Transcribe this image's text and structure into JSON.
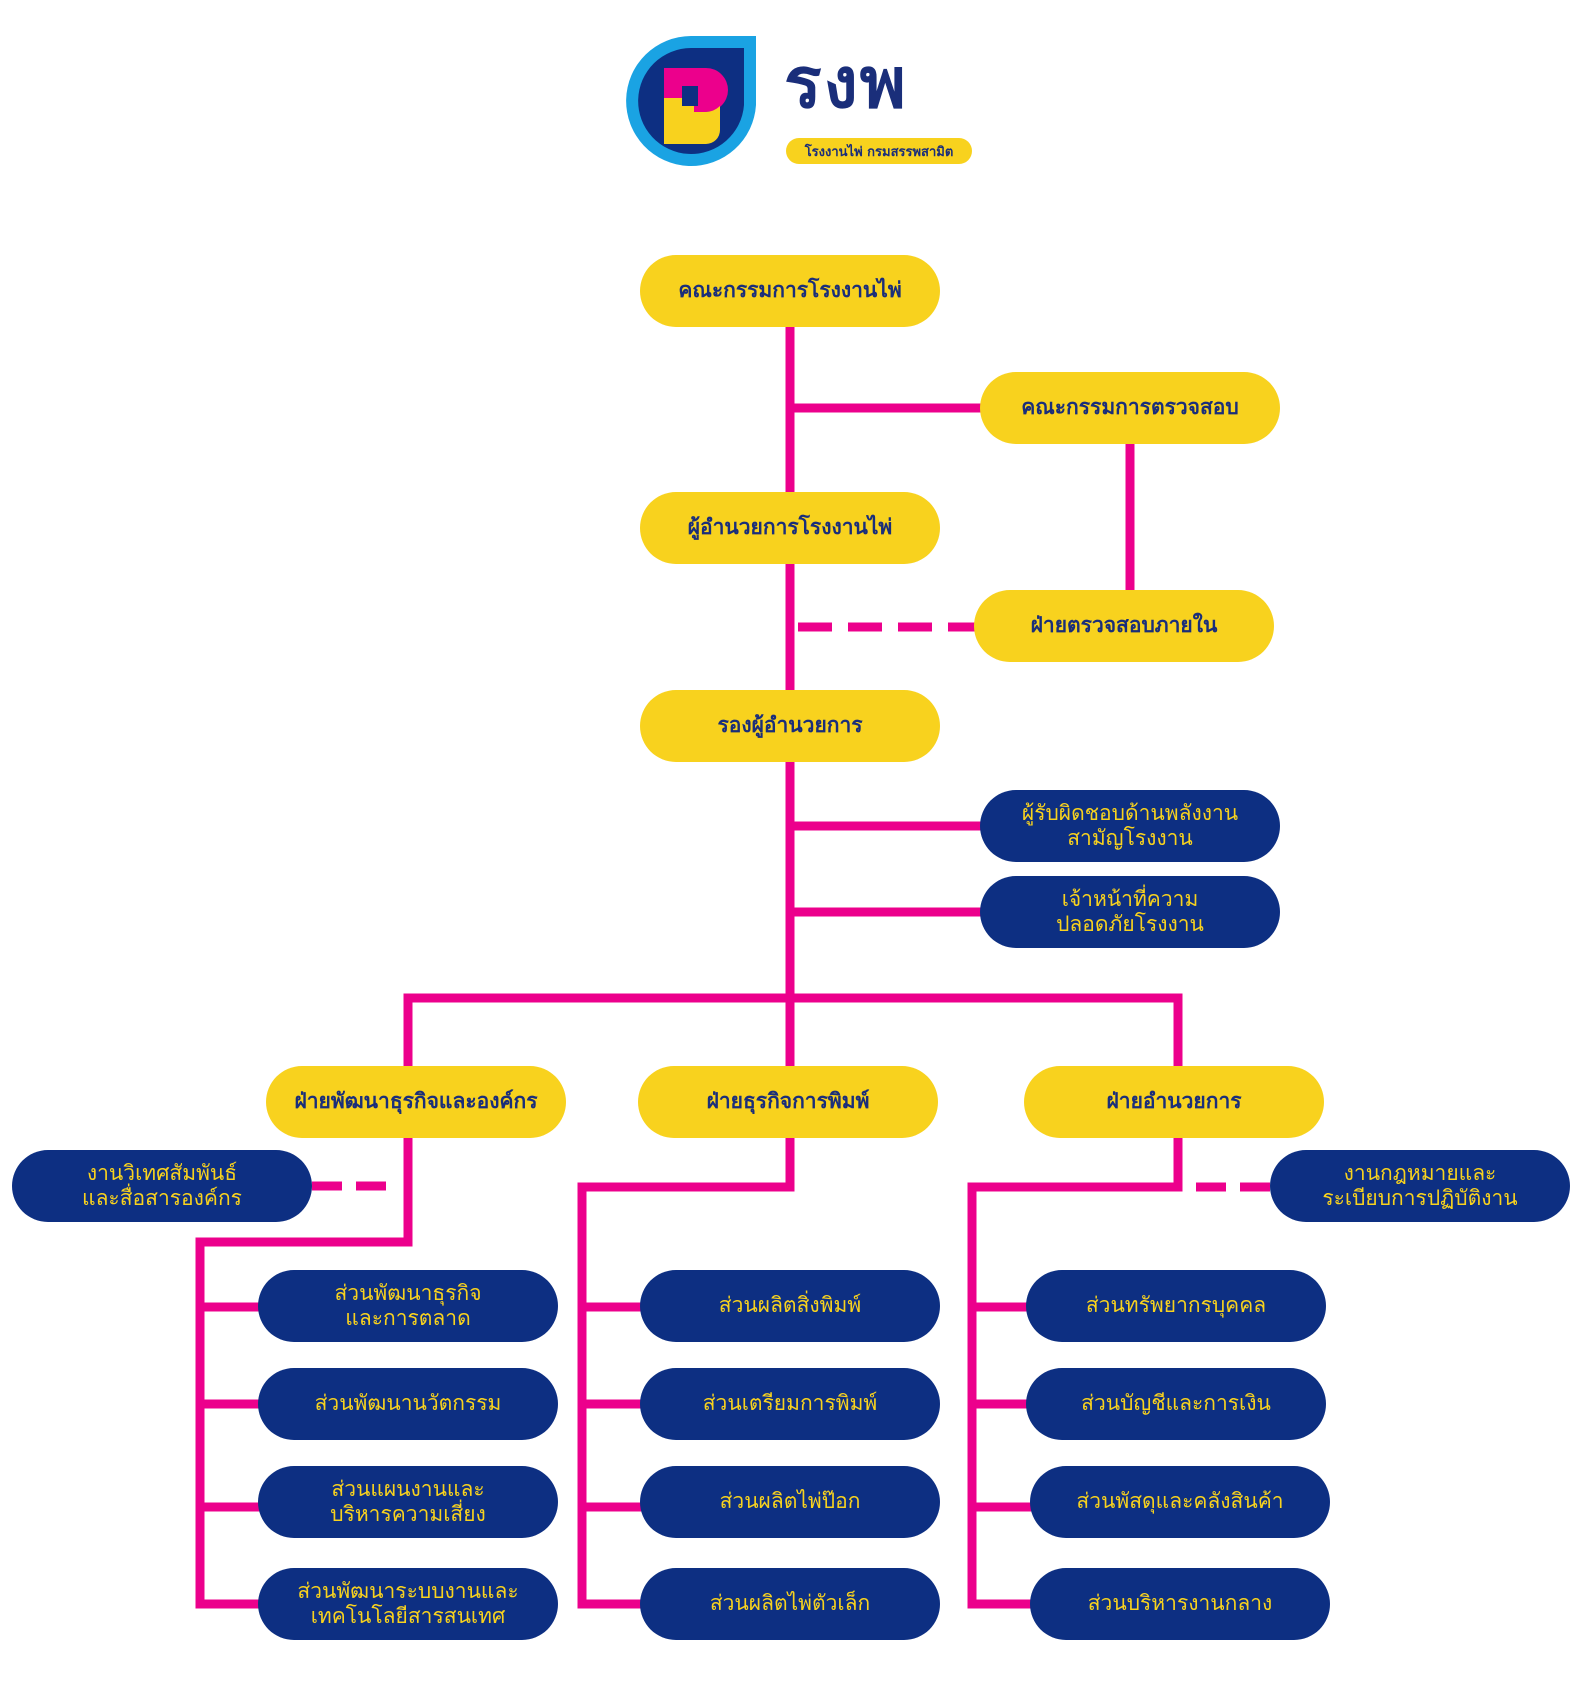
{
  "logo": {
    "title": "รงพ",
    "subtitle": "โรงงานไพ่ กรมสรรพสามิต"
  },
  "colors": {
    "connector": "#ec008c",
    "yellow_box": "#f8d21e",
    "navy_box": "#0d2f82",
    "dark_text": "#1a2e7a"
  },
  "nodes": {
    "board": "คณะกรรมการโรงงานไพ่",
    "audit_committee": "คณะกรรมการตรวจสอบ",
    "director": "ผู้อำนวยการโรงงานไพ่",
    "internal_audit": "ฝ่ายตรวจสอบภายใน",
    "deputy_director": "รองผู้อำนวยการ",
    "energy_officer": [
      "ผู้รับผิดชอบด้านพลังงาน",
      "สามัญโรงงาน"
    ],
    "safety_officer": [
      "เจ้าหน้าที่ความ",
      "ปลอดภัยโรงงาน"
    ],
    "dept_business_dev": "ฝ่ายพัฒนาธุรกิจและองค์กร",
    "dept_printing": "ฝ่ายธุรกิจการพิมพ์",
    "dept_admin": "ฝ่ายอำนวยการ",
    "pr_unit": [
      "งานวิเทศสัมพันธ์",
      "และสื่อสารองค์กร"
    ],
    "legal_unit": [
      "งานกฎหมายและ",
      "ระเบียบการปฏิบัติงาน"
    ],
    "bd_sections": [
      [
        "ส่วนพัฒนาธุรกิจ",
        "และการตลาด"
      ],
      [
        "ส่วนพัฒนานวัตกรรม"
      ],
      [
        "ส่วนแผนงานและ",
        "บริหารความเสี่ยง"
      ],
      [
        "ส่วนพัฒนาระบบงานและ",
        "เทคโนโลยีสารสนเทศ"
      ]
    ],
    "printing_sections": [
      [
        "ส่วนผลิตสิ่งพิมพ์"
      ],
      [
        "ส่วนเตรียมการพิมพ์"
      ],
      [
        "ส่วนผลิตไพ่ป๊อก"
      ],
      [
        "ส่วนผลิตไพ่ตัวเล็ก"
      ]
    ],
    "admin_sections": [
      [
        "ส่วนทรัพยากรบุคคล"
      ],
      [
        "ส่วนบัญชีและการเงิน"
      ],
      [
        "ส่วนพัสดุและคลังสินค้า"
      ],
      [
        "ส่วนบริหารงานกลาง"
      ]
    ]
  }
}
